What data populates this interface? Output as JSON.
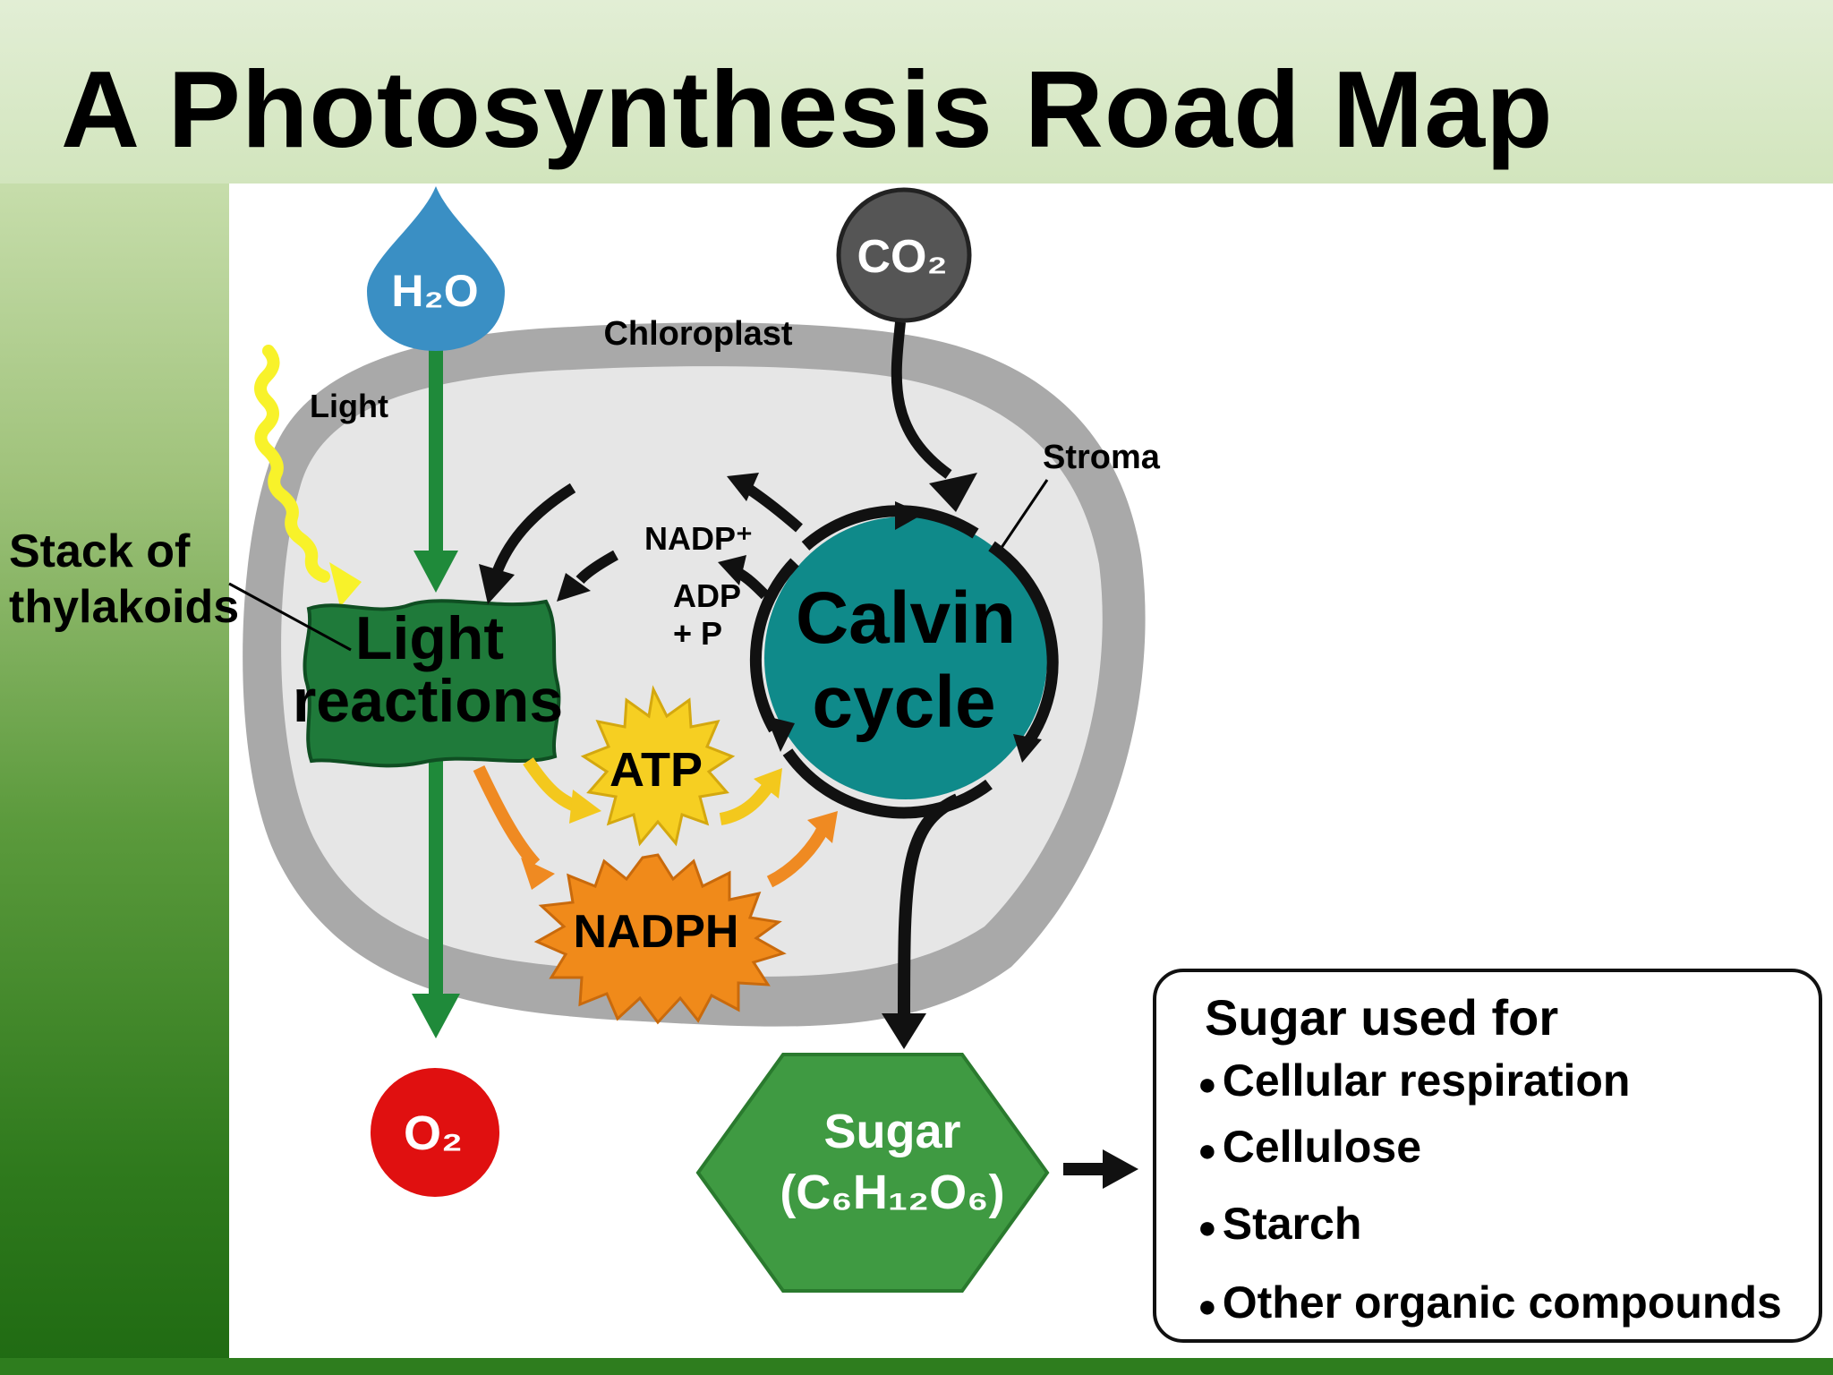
{
  "slide": {
    "title": "A Photosynthesis Road Map"
  },
  "diagram": {
    "inputs": {
      "water": "H₂O",
      "carbon_dioxide": "CO₂",
      "light": "Light"
    },
    "labels": {
      "chloroplast": "Chloroplast",
      "stroma": "Stroma",
      "stack_of_thylakoids_line1": "Stack of",
      "stack_of_thylakoids_line2": "thylakoids"
    },
    "processes": {
      "light_reactions_line1": "Light",
      "light_reactions_line2": "reactions",
      "calvin_cycle_line1": "Calvin",
      "calvin_cycle_line2": "cycle"
    },
    "molecules": {
      "nadp_plus": "NADP⁺",
      "adp_line1": "ADP",
      "adp_line2": "+ P",
      "atp": "ATP",
      "nadph": "NADPH"
    },
    "outputs": {
      "oxygen": "O₂",
      "sugar_line1": "Sugar",
      "sugar_line2": "(C₆H₁₂O₆)"
    },
    "colors": {
      "water_drop": "#3a8fc4",
      "co2_circle": "#555555",
      "oxygen_circle": "#e01010",
      "chloroplast_outer": "#a9a9a9",
      "stroma": "#e6e6e6",
      "thylakoid_stack": "#1f7a3a",
      "calvin_cycle": "#0f8a8a",
      "atp_burst": "#f6cf22",
      "nadph_burst": "#f08a1a",
      "sugar_hexagon": "#3f9a42",
      "flow_arrow_green": "#1f8a3a",
      "light_wave": "#f8f22a"
    }
  },
  "sugar_uses": {
    "title": "Sugar used for",
    "items": [
      "Cellular respiration",
      "Cellulose",
      "Starch",
      "Other organic compounds"
    ]
  }
}
